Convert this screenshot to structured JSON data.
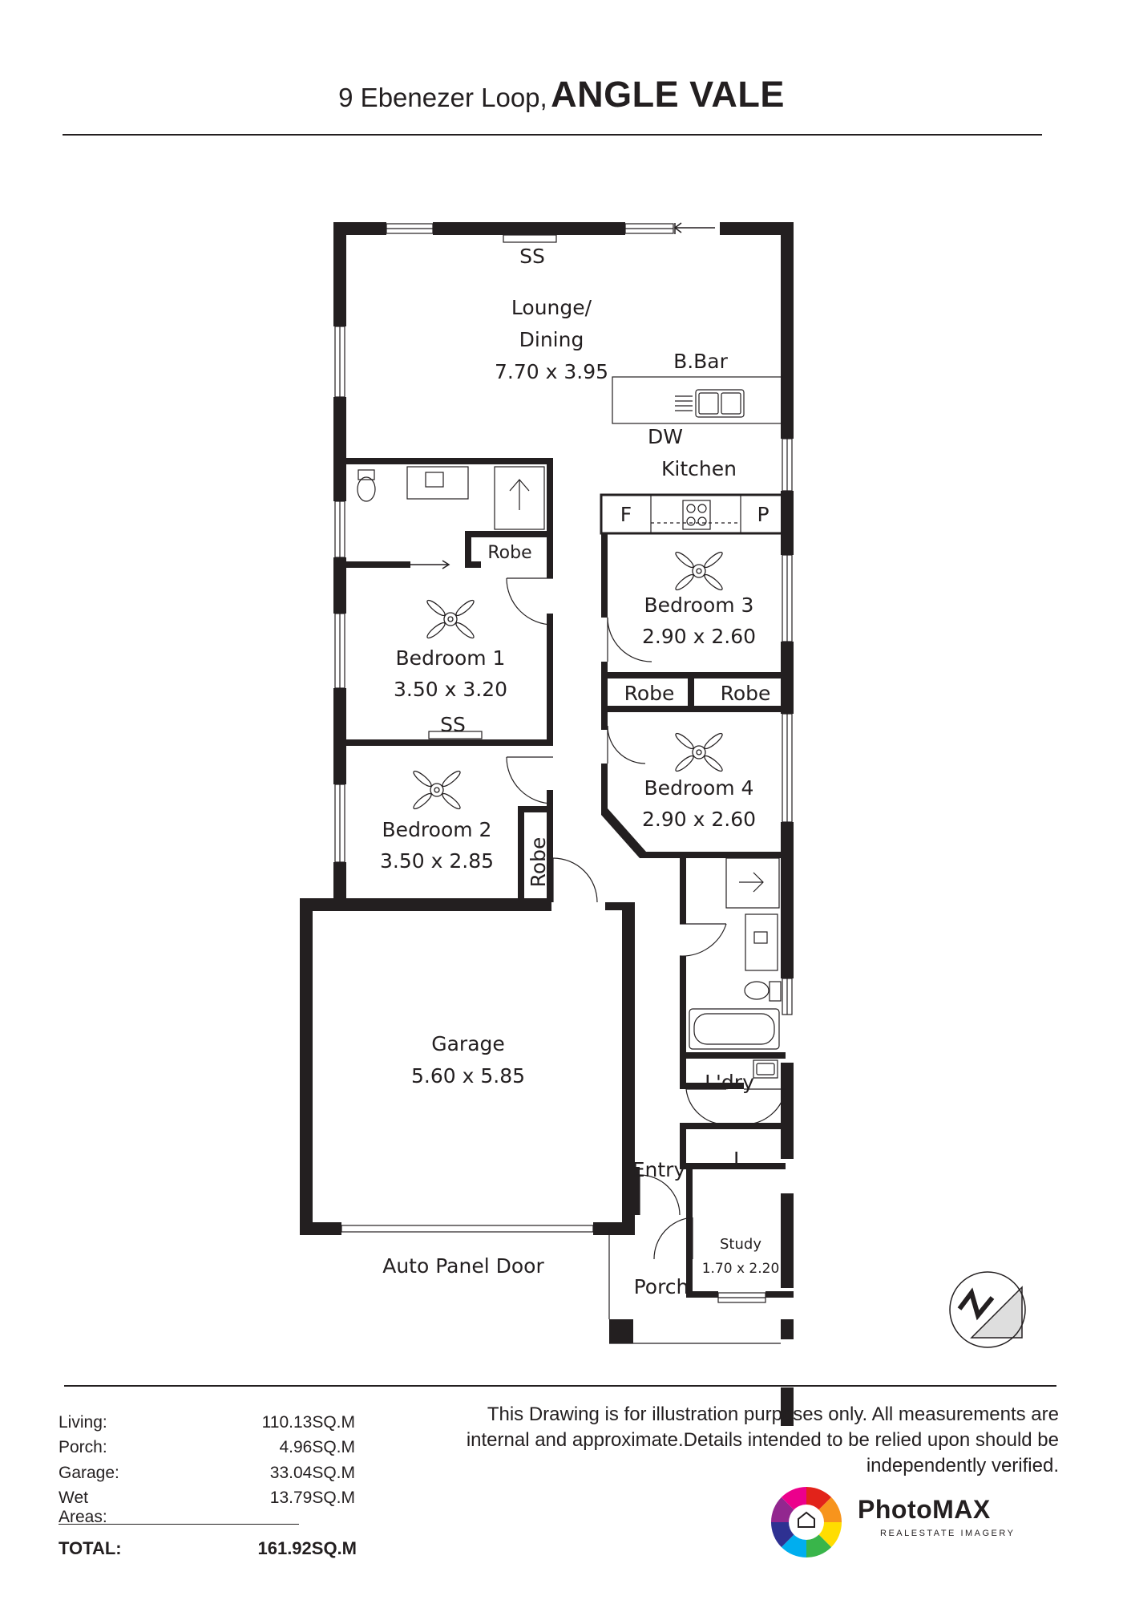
{
  "header": {
    "address": "9 Ebenezer Loop,",
    "suburb": "ANGLE VALE"
  },
  "plan": {
    "rooms": {
      "lounge_name_1": "Lounge/",
      "lounge_name_2": "Dining",
      "lounge_size": "7.70 x 3.95",
      "bbar": "B.Bar",
      "dw": "DW",
      "kitchen": "Kitchen",
      "fridge": "F",
      "pantry": "P",
      "ss_top": "SS",
      "robe_ens": "Robe",
      "bed1_name": "Bedroom 1",
      "bed1_size": "3.50 x 3.20",
      "ss_bed1": "SS",
      "bed2_name": "Bedroom 2",
      "bed2_size": "3.50 x 2.85",
      "robe_bed2": "Robe",
      "bed3_name": "Bedroom 3",
      "bed3_size": "2.90 x 2.60",
      "robe_left": "Robe",
      "robe_right": "Robe",
      "bed4_name": "Bedroom 4",
      "bed4_size": "2.90 x 2.60",
      "garage_name": "Garage",
      "garage_size": "5.60 x 5.85",
      "auto_door": "Auto Panel Door",
      "laundry": "L'dry",
      "linen": "L",
      "entry": "Entry",
      "study_name": "Study",
      "study_size": "1.70 x 2.20",
      "porch": "Porch"
    },
    "compass_icon": "north-arrow-icon"
  },
  "areas": {
    "rows": [
      {
        "label": "Living:",
        "value": "110.13SQ.M"
      },
      {
        "label": "Porch:",
        "value": "4.96SQ.M"
      },
      {
        "label": "Garage:",
        "value": "33.04SQ.M"
      },
      {
        "label": "Wet Areas:",
        "value": "13.79SQ.M"
      }
    ],
    "total_label": "TOTAL:",
    "total_value": "161.92SQ.M"
  },
  "disclaimer": "This Drawing is for illustration purposes only. All measurements are internal and approximate.Details intended to be relied upon should be independently verified.",
  "brand": {
    "name": "PhotoMAX",
    "tagline": "REALESTATE IMAGERY",
    "logo_icon": "camera-aperture-logo-icon",
    "colors": [
      "#e2231a",
      "#f7941d",
      "#ffdd00",
      "#39b54a",
      "#00aeef",
      "#2e3192",
      "#92278f",
      "#ec008c"
    ]
  }
}
